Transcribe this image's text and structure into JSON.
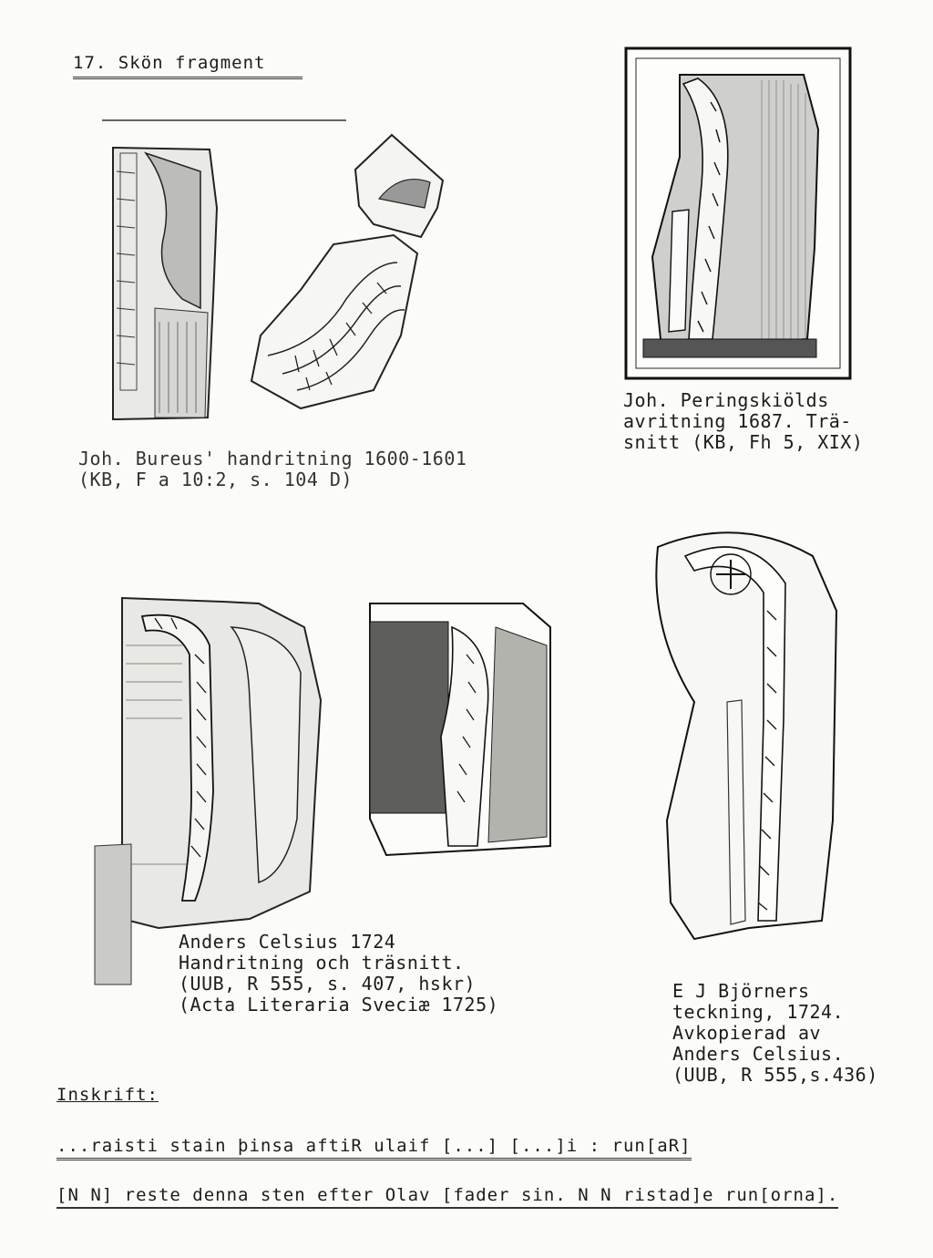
{
  "heading": {
    "title": "17. Skön fragment"
  },
  "figures": [
    {
      "id": "bureus",
      "caption": "Joh. Bureus' handritning 1600-1601\n(KB, F a 10:2, s. 104 D)"
    },
    {
      "id": "peringskiold",
      "caption": "Joh. Peringskiölds\navritning 1687. Trä-\nsnitt (KB, Fh 5, XIX)"
    },
    {
      "id": "celsius",
      "caption": "Anders Celsius 1724\nHandritning och träsnitt.\n(UUB, R 555, s. 407, hskr)\n(Acta Literaria Sveciæ 1725)"
    },
    {
      "id": "bjorner",
      "caption": "E J Björners\nteckning, 1724.\nAvkopierad av\nAnders Celsius.\n(UUB, R 555,s.436)"
    }
  ],
  "inscription": {
    "label": "Inskrift:",
    "transliteration": "...raisti stain þinsa aftiR ulaif [...] [...]i : run[aR]",
    "translation": "[N N] reste denna sten efter Olav [fader sin. N N ristad]e run[orna]."
  }
}
